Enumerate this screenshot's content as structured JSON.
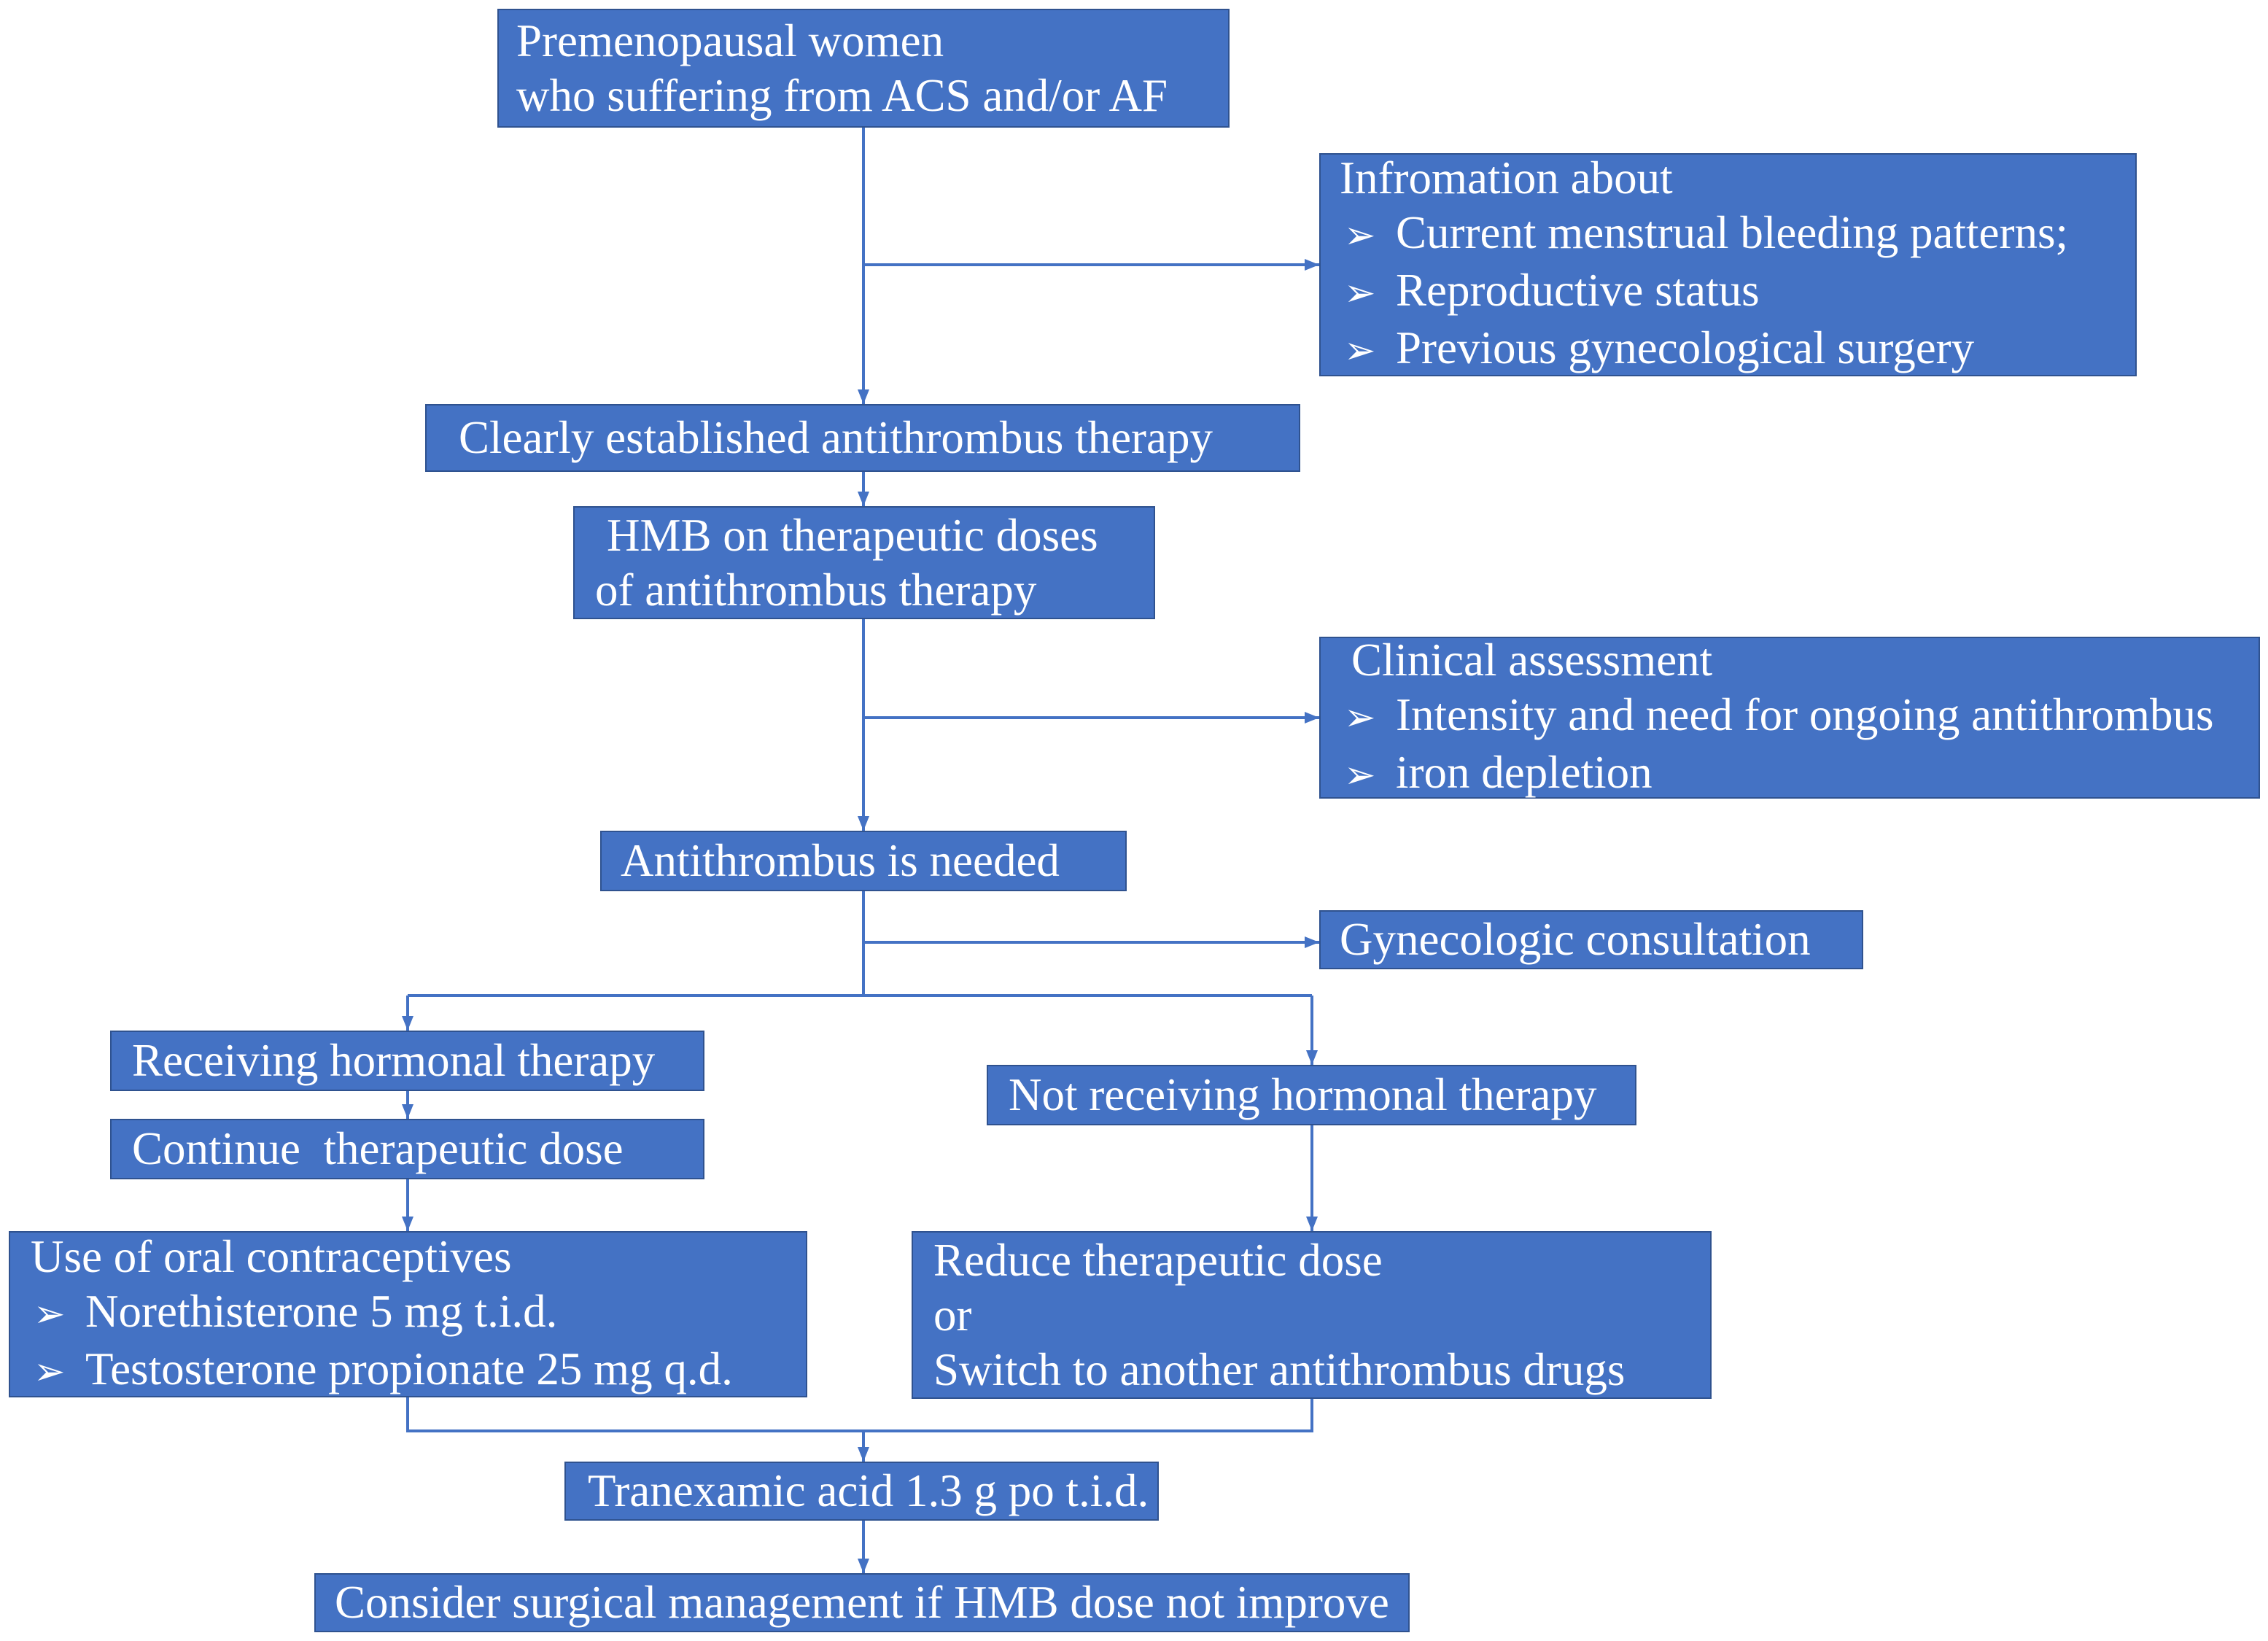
{
  "colors": {
    "box_fill": "#4472C4",
    "box_border": "#2F528F",
    "box_text": "#FFFFFF",
    "connector": "#4472C4"
  },
  "bullet": "➢",
  "nodes": {
    "start": {
      "lines": [
        "Premenopausal women",
        "who suffering from ACS and/or AF"
      ]
    },
    "information": {
      "title": "Infromation about",
      "items": [
        "Current menstrual bleeding patterns;",
        "Reproductive status",
        "Previous gynecological surgery"
      ]
    },
    "established": {
      "text": "Clearly established antithrombus therapy"
    },
    "hmb": {
      "lines": [
        "HMB on therapeutic doses",
        "of antithrombus therapy"
      ]
    },
    "clinical": {
      "title": "Clinical assessment",
      "items": [
        "Intensity and need for ongoing antithrombus",
        "iron depletion"
      ]
    },
    "needed": {
      "text": "Antithrombus is needed"
    },
    "gyn": {
      "text": "Gynecologic consultation"
    },
    "receiving": {
      "text": "Receiving hormonal therapy"
    },
    "not_receiving": {
      "text": "Not receiving hormonal therapy"
    },
    "continue": {
      "text": "Continue  therapeutic dose"
    },
    "oral": {
      "title": "Use of oral contraceptives",
      "items": [
        "Norethisterone 5 mg t.i.d.",
        "Testosterone propionate 25 mg q.d."
      ]
    },
    "reduce": {
      "lines": [
        "Reduce therapeutic dose",
        "or",
        "Switch to another antithrombus drugs"
      ]
    },
    "tranexamic": {
      "text": "Tranexamic acid 1.3 g po t.i.d."
    },
    "surgical": {
      "text": "Consider surgical management if HMB dose not improve"
    }
  }
}
